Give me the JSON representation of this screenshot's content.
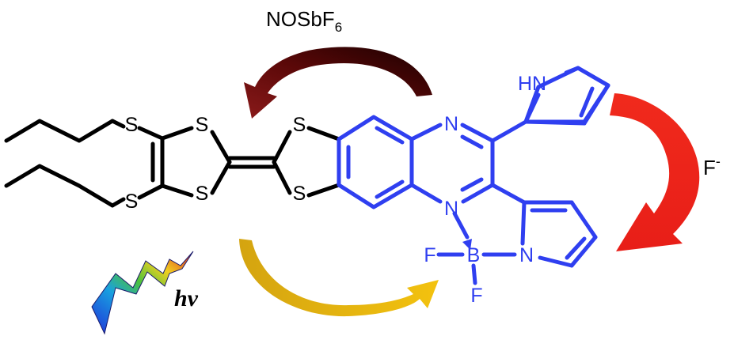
{
  "reagents": {
    "oxidant_main": "NOSbF",
    "oxidant_subscript": "6",
    "fluoride_main": "F",
    "fluoride_superscript": "-",
    "light": "hv"
  },
  "atoms": {
    "sulfur": "S",
    "nitrogen": "N",
    "pyrrole_nh": "HN",
    "boron": "B",
    "fluorine": "F"
  },
  "colors": {
    "donor_black": "#000000",
    "acceptor_blue": "#2f3ff0",
    "oxidation_arrow": "#6a0a0a",
    "fluoride_arrow": "#e8221a",
    "light_arrow": "#e0a810"
  }
}
